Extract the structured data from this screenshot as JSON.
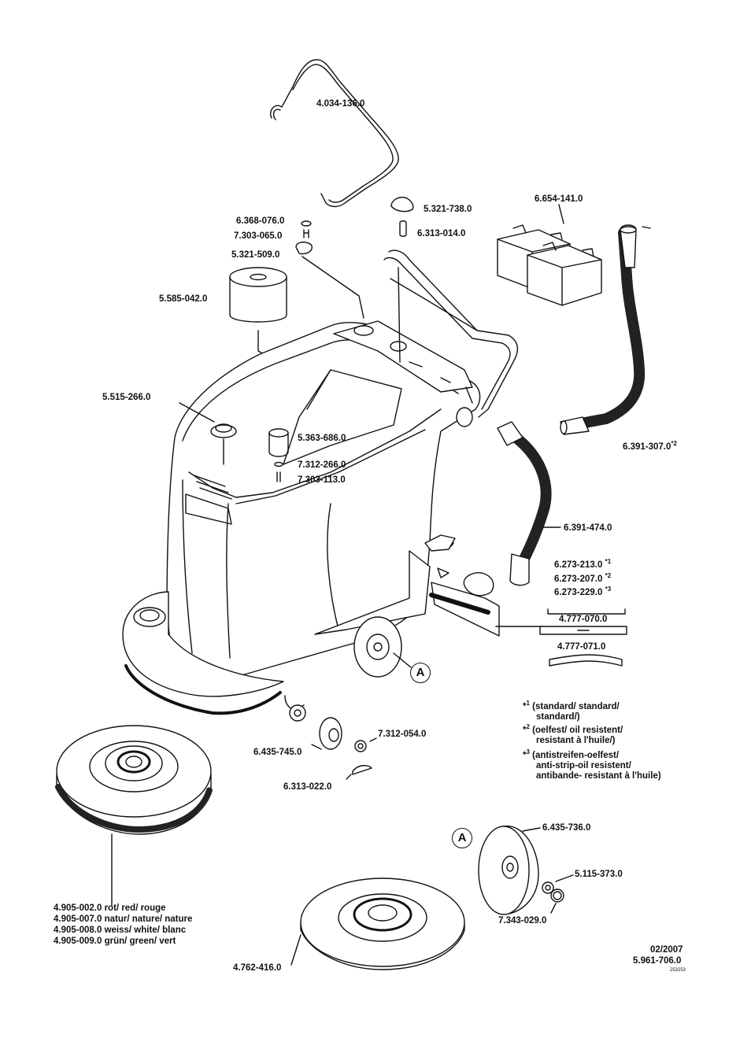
{
  "parts": {
    "p4034136": "4.034-136.0",
    "p6368076": "6.368-076.0",
    "p7303065": "7.303-065.0",
    "p5321509": "5.321-509.0",
    "p5321738": "5.321-738.0",
    "p6313014": "6.313-014.0",
    "p6654141": "6.654-141.0",
    "p5585042": "5.585-042.0",
    "p5515266": "5.515-266.0",
    "p5363686": "5.363-686.0",
    "p7312266": "7.312-266.0",
    "p7303113": "7.303-113.0",
    "p6391307": "6.391-307.0",
    "p6391474": "6.391-474.0",
    "p6273213": "6.273-213.0",
    "p6273207": "6.273-207.0",
    "p6273229": "6.273-229.0",
    "p4777070": "4.777-070.0",
    "p4777071": "4.777-071.0",
    "p7312054": "7.312-054.0",
    "p6435745": "6.435-745.0",
    "p6313022": "6.313-022.0",
    "p6435736": "6.435-736.0",
    "p5115373": "5.115-373.0",
    "p7343029": "7.343-029.0",
    "p4762416": "4.762-416.0"
  },
  "superscripts": {
    "s1": "*1",
    "s2": "*2",
    "s3": "*3"
  },
  "brush_variants": [
    "4.905-002.0 rot/ red/ rouge",
    "4.905-007.0 natur/ nature/ nature",
    "4.905-008.0 weiss/ white/ blanc",
    "4.905-009.0 grün/ green/ vert"
  ],
  "notes": {
    "n1_mark": "*",
    "n1_sup": "1",
    "n1_line1": "(standard/ standard/",
    "n1_line2": "standard/)",
    "n2_mark": "*",
    "n2_sup": "2",
    "n2_line1": "(oelfest/ oil resistent/",
    "n2_line2": "resistant à l'huile/)",
    "n3_mark": "*",
    "n3_sup": "3",
    "n3_line1": "(antistreifen-oelfest/",
    "n3_line2": "anti-strip-oil resistent/",
    "n3_line3": "antibande- resistant à l'huile)"
  },
  "callout_letter": "A",
  "footer": {
    "date": "02/2007",
    "doc_number": "5.961-706.0",
    "drawing_id": "253253"
  }
}
